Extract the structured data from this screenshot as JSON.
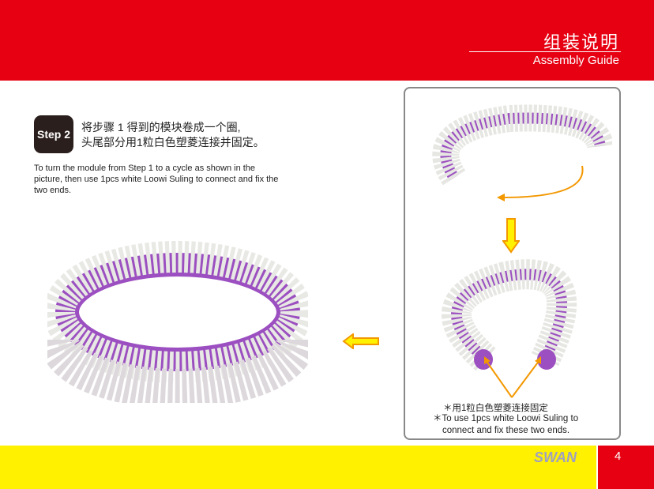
{
  "header": {
    "title_cn": "组装说明",
    "title_en": "Assembly Guide"
  },
  "step": {
    "label": "Step 2",
    "cn_line1": "将步骤 1 得到的模块卷成一个圈,",
    "cn_line2": "头尾部分用1粒白色塑菱连接并固定。",
    "en": "To turn the module from Step 1 to a cycle as shown in the picture, then use 1pcs white Loowi Suling to connect and fix the two ends."
  },
  "note": {
    "cn": "＊用1粒白色塑菱连接固定",
    "en_line1": "＊To use 1pcs white Loowi Suling to",
    "en_line2": "connect and fix these two ends."
  },
  "footer": {
    "brand": "SWAN",
    "page": "4"
  },
  "colors": {
    "red": "#e60012",
    "yellow": "#fff100",
    "purple": "#9b4fc0",
    "arrow": "#f39800"
  }
}
